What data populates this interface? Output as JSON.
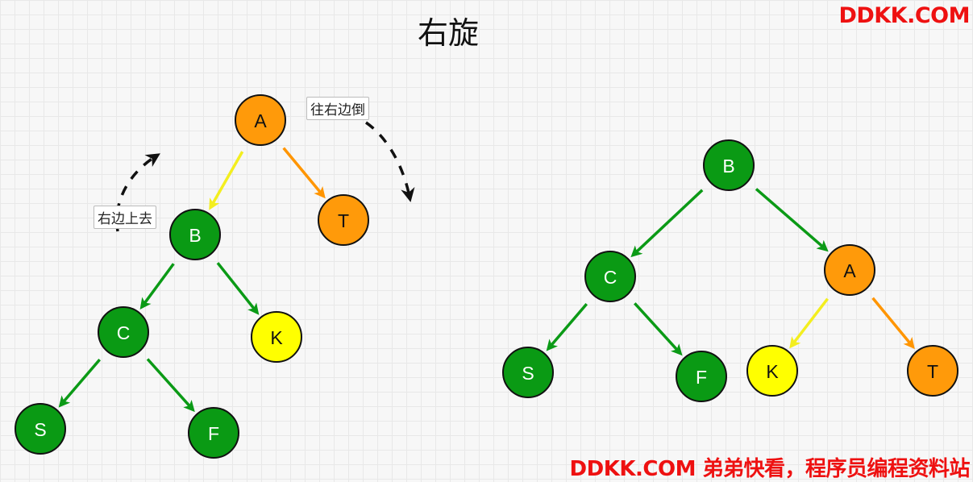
{
  "title": "右旋",
  "brand": {
    "top": "DDKK.COM",
    "bottom": "DDKK.COM 弟弟快看，程序员编程资料站"
  },
  "notes": {
    "up": "右边上去",
    "down": "往右边倒"
  },
  "colors": {
    "green": "#0a9a14",
    "orange": "#ff9a0a",
    "yellow": "#ffff00",
    "brand_red": "#ee1111",
    "edge_yellow": "#f3ee1f",
    "edge_orange": "#ff9500",
    "edge_green": "#0b9a16"
  },
  "before": {
    "nodes": [
      {
        "id": "A",
        "label": "A",
        "color": "orange"
      },
      {
        "id": "B",
        "label": "B",
        "color": "green"
      },
      {
        "id": "T",
        "label": "T",
        "color": "orange"
      },
      {
        "id": "C",
        "label": "C",
        "color": "green"
      },
      {
        "id": "K",
        "label": "K",
        "color": "yellow"
      },
      {
        "id": "S",
        "label": "S",
        "color": "green"
      },
      {
        "id": "F",
        "label": "F",
        "color": "green"
      }
    ],
    "edges": [
      {
        "from": "A",
        "to": "B",
        "color": "edge_yellow"
      },
      {
        "from": "A",
        "to": "T",
        "color": "edge_orange"
      },
      {
        "from": "B",
        "to": "C",
        "color": "edge_green"
      },
      {
        "from": "B",
        "to": "K",
        "color": "edge_green"
      },
      {
        "from": "C",
        "to": "S",
        "color": "edge_green"
      },
      {
        "from": "C",
        "to": "F",
        "color": "edge_green"
      }
    ]
  },
  "after": {
    "nodes": [
      {
        "id": "B",
        "label": "B",
        "color": "green"
      },
      {
        "id": "C",
        "label": "C",
        "color": "green"
      },
      {
        "id": "A",
        "label": "A",
        "color": "orange"
      },
      {
        "id": "S",
        "label": "S",
        "color": "green"
      },
      {
        "id": "F",
        "label": "F",
        "color": "green"
      },
      {
        "id": "K",
        "label": "K",
        "color": "yellow"
      },
      {
        "id": "T",
        "label": "T",
        "color": "orange"
      }
    ],
    "edges": [
      {
        "from": "B",
        "to": "C",
        "color": "edge_green"
      },
      {
        "from": "B",
        "to": "A",
        "color": "edge_green"
      },
      {
        "from": "C",
        "to": "S",
        "color": "edge_green"
      },
      {
        "from": "C",
        "to": "F",
        "color": "edge_green"
      },
      {
        "from": "A",
        "to": "K",
        "color": "edge_yellow"
      },
      {
        "from": "A",
        "to": "T",
        "color": "edge_orange"
      }
    ]
  }
}
